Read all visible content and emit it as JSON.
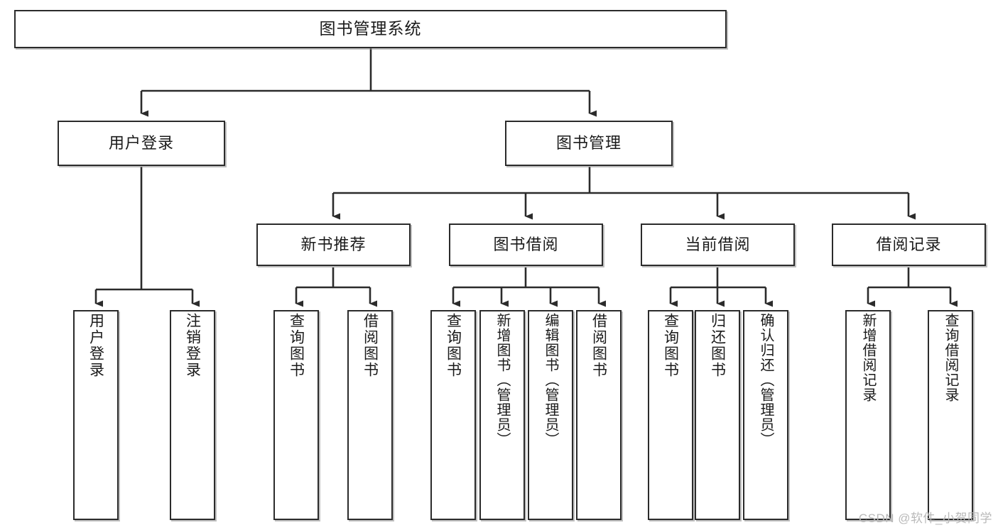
{
  "diagram": {
    "title": "图书管理系统",
    "watermark": "CSDN @软件_小贺同学",
    "accent_border": "#2b2b2b",
    "background": "#ffffff",
    "levels": {
      "root": {
        "label": "图书管理系统"
      },
      "level2": [
        {
          "label": "用户登录"
        },
        {
          "label": "图书管理"
        }
      ],
      "level3": [
        {
          "label": "新书推荐"
        },
        {
          "label": "图书借阅"
        },
        {
          "label": "当前借阅"
        },
        {
          "label": "借阅记录"
        }
      ],
      "leaves": {
        "user_login": [
          {
            "label": "用户登录"
          },
          {
            "label": "注销登录"
          }
        ],
        "new_book": [
          {
            "label": "查询图书"
          },
          {
            "label": "借阅图书"
          }
        ],
        "book_borrow": [
          {
            "label": "查询图书"
          },
          {
            "label": "新增图书（管理员）"
          },
          {
            "label": "编辑图书（管理员）"
          },
          {
            "label": "借阅图书"
          }
        ],
        "current_borrow": [
          {
            "label": "查询图书"
          },
          {
            "label": "归还图书"
          },
          {
            "label": "确认归还（管理员）"
          }
        ],
        "borrow_record": [
          {
            "label": "新增借阅记录"
          },
          {
            "label": "查询借阅记录"
          }
        ]
      }
    }
  }
}
